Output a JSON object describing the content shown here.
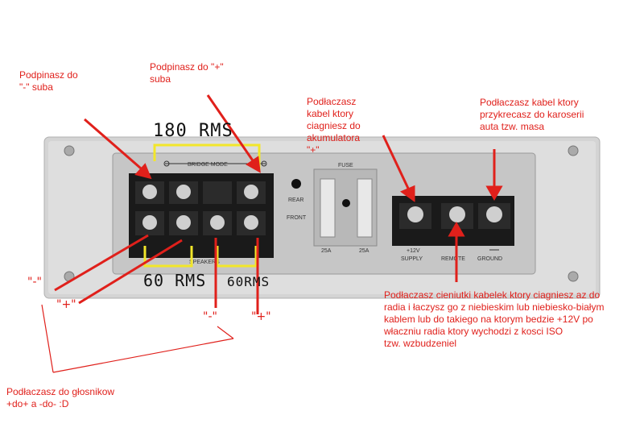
{
  "amp": {
    "bridge_mode": "BRIDGE MODE",
    "fuse": "FUSE",
    "rear": "REAR",
    "front": "FRONT",
    "fuse_left": "25A",
    "fuse_right": "25A",
    "speakers": "SPEAKERS",
    "supply": "+12V\nSUPPLY",
    "remote": "REMOTE",
    "ground": "GROUND"
  },
  "annotations": {
    "minus_sub": "Podpinasz do\n\"-\" suba",
    "plus_sub": "Podpinasz do \"+\"\nsuba",
    "battery": "Podłaczasz\nkabel ktory\nciagniesz do\nakumulatora\n\"+\"",
    "ground": "Podłaczasz kabel ktory\nprzykrecasz do karoserii\nauta tzw. masa",
    "remote": "Podłaczasz cieniutki kabelek ktory ciagniesz az do\nradia i łaczysz go z niebieskim lub niebiesko-białym\nkablem lub do takiego na ktorym bedzie +12V po\nwłaczniu radia ktory wychodzi z kosci ISO\ntzw. wzbudzeniel",
    "speakers": "Podłaczasz do głosnikow\n+do+ a -do-       :D"
  },
  "handwriting": {
    "bridge_rms": "180 RMS",
    "ch1_rms": "60 RMS",
    "ch2_rms": "60RMS"
  },
  "symbols": {
    "ch1_minus": "\"-\"",
    "ch1_plus": "\"+\"",
    "ch2_minus": "\"-\"",
    "ch2_plus": "\"+\""
  },
  "colors": {
    "annotation": "#e0201b",
    "bracket": "#f2e62a",
    "panel": "#c9c9c9",
    "terminal_block": "#1a1a1a"
  }
}
